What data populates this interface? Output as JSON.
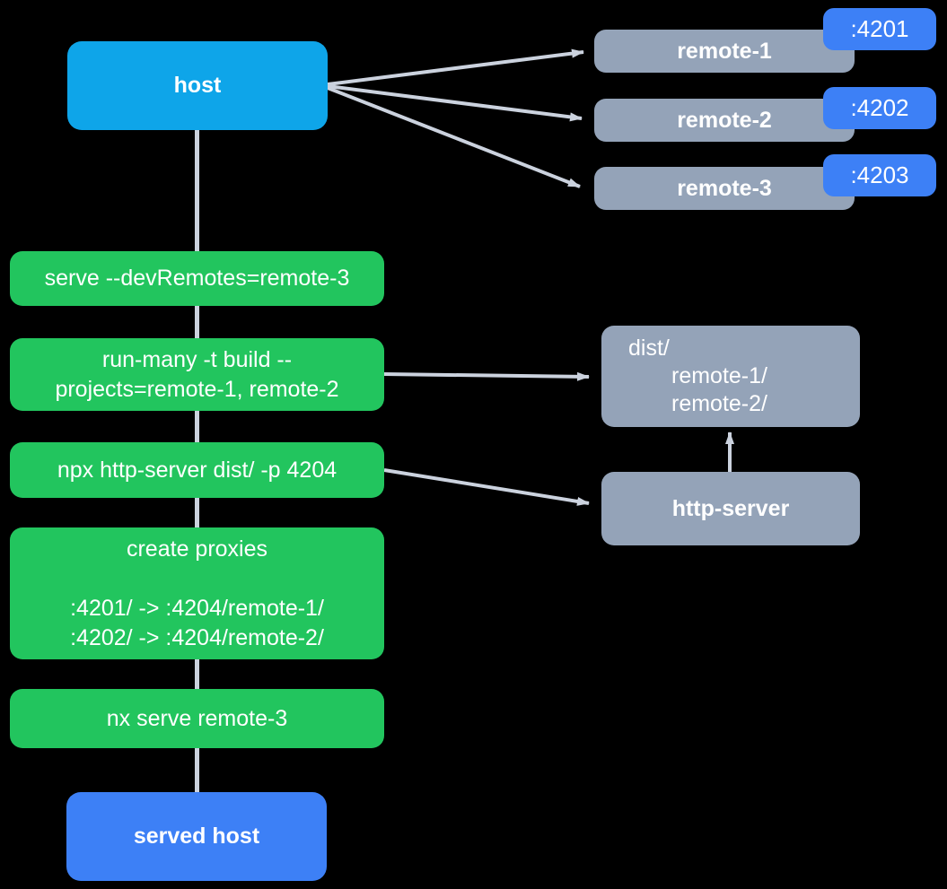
{
  "nodes": {
    "host": {
      "label": "host"
    },
    "served_host": {
      "label": "served host"
    },
    "http_server": {
      "label": "http-server"
    },
    "dist": {
      "lines": [
        "dist/",
        "remote-1/",
        "remote-2/"
      ]
    }
  },
  "remotes": [
    {
      "label": "remote-1",
      "port": ":4201"
    },
    {
      "label": "remote-2",
      "port": ":4202"
    },
    {
      "label": "remote-3",
      "port": ":4203"
    }
  ],
  "steps": [
    {
      "label": "serve --devRemotes=remote-3"
    },
    {
      "label": "run-many -t build --\nprojects=remote-1, remote-2"
    },
    {
      "label": "npx http-server dist/ -p 4204"
    },
    {
      "label": "create proxies\n\n:4201/ -> :4204/remote-1/\n:4202/ -> :4204/remote-2/"
    },
    {
      "label": "nx serve remote-3"
    }
  ],
  "colors": {
    "background": "#000000",
    "host_blue": "#0ea5e9",
    "node_gray": "#94a3b8",
    "accent_blue": "#3d80f6",
    "step_green": "#22c55e",
    "connector_gray": "#cbd2de",
    "text_white": "#ffffff"
  }
}
